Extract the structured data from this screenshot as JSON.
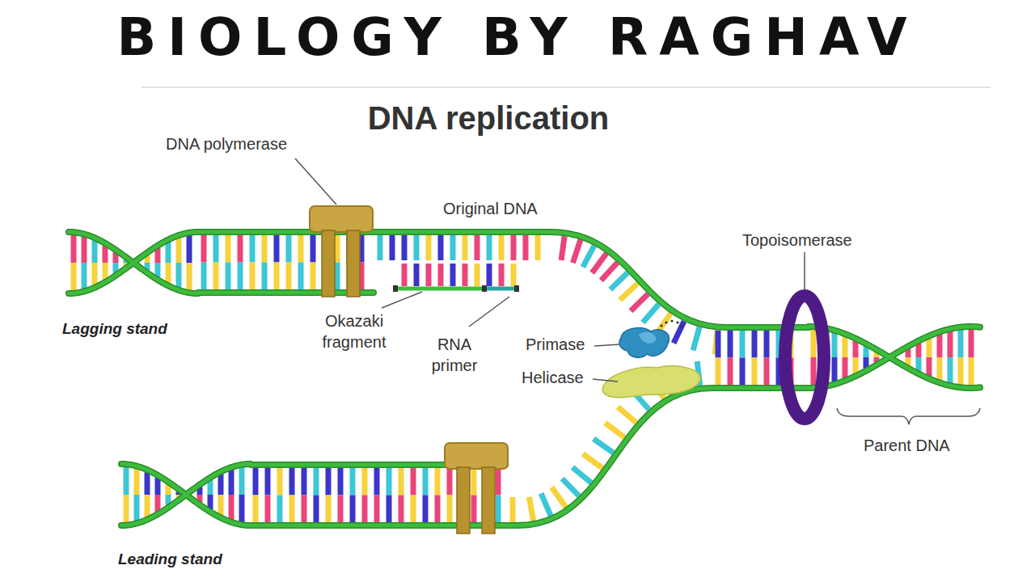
{
  "diagram": {
    "title": "DNA replication",
    "labels": [
      "BIOLOGY BY RAGHAV",
      "DNA polymerase",
      "Original DNA",
      "Topoisomerase",
      "Lagging stand",
      "Okazaki fragment",
      "RNA primer",
      "Primase",
      "Helicase",
      "Parent DNA",
      "Leading stand"
    ]
  }
}
